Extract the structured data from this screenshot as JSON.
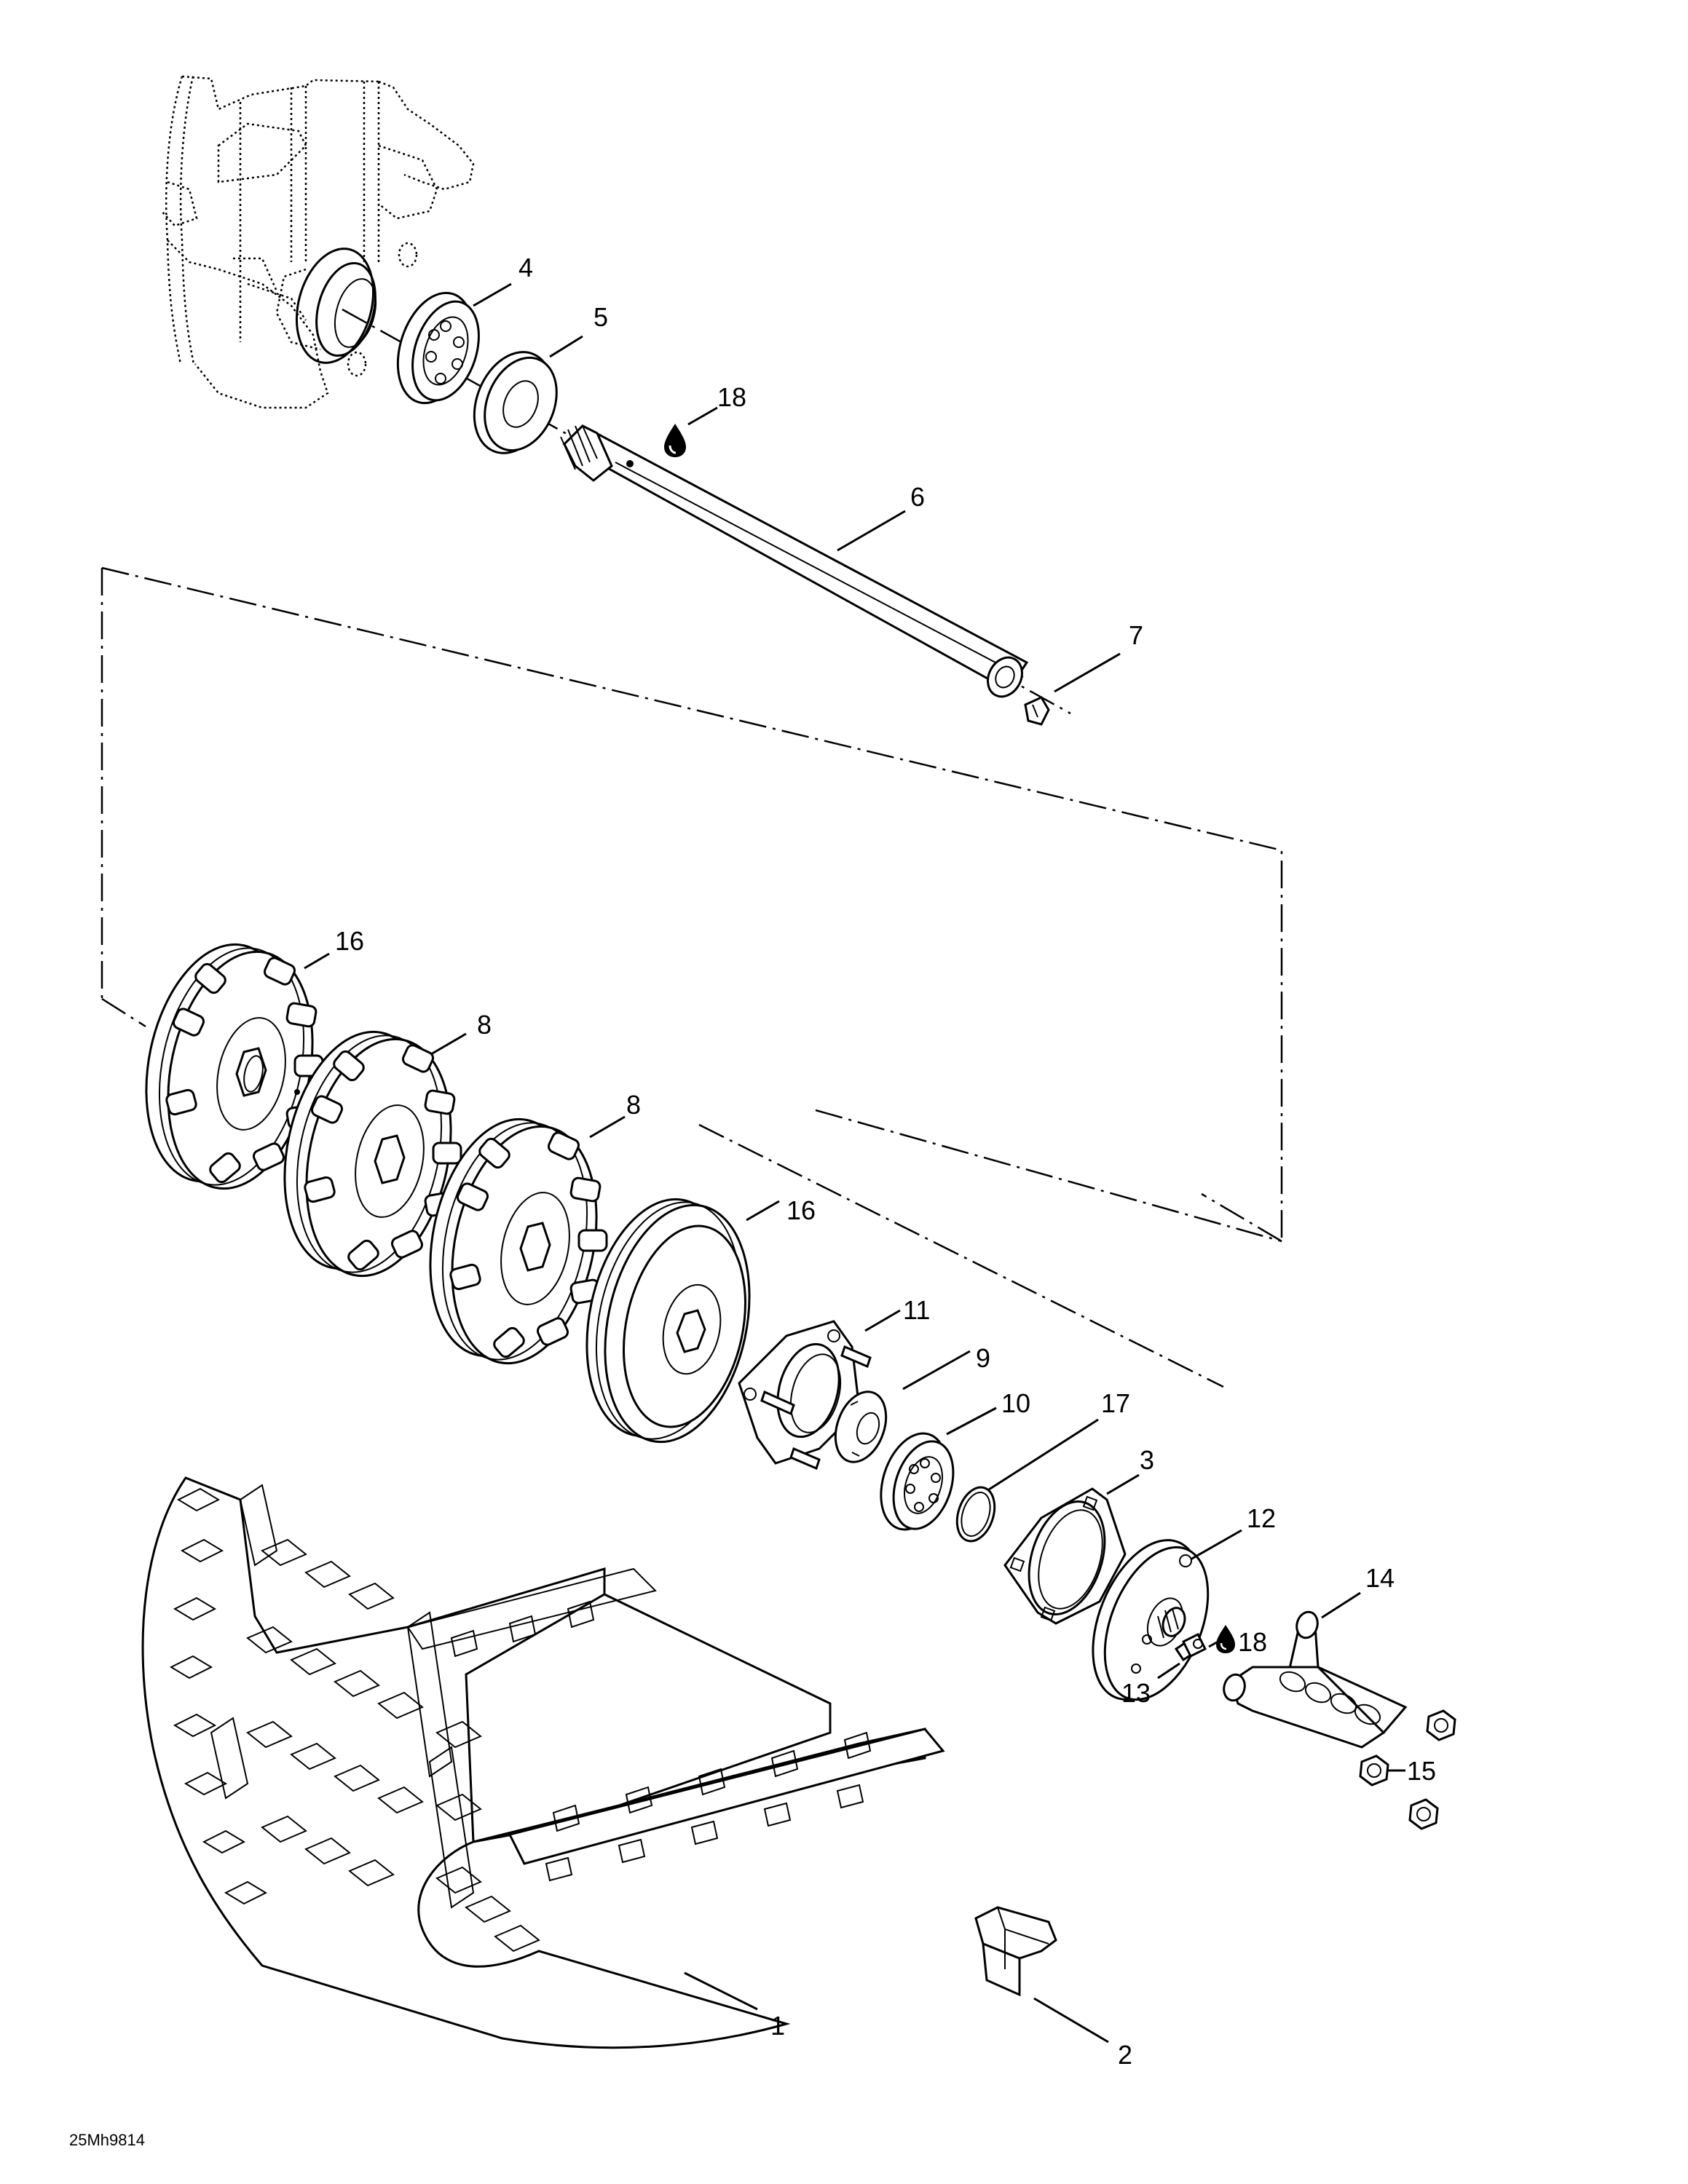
{
  "diagram_code": "25Mh9814",
  "callouts": {
    "c1": "1",
    "c2": "2",
    "c3": "3",
    "c4": "4",
    "c5": "5",
    "c6": "6",
    "c7": "7",
    "c8a": "8",
    "c8b": "8",
    "c9": "9",
    "c10": "10",
    "c11": "11",
    "c12": "12",
    "c13": "13",
    "c14": "14",
    "c15": "15",
    "c16a": "16",
    "c16b": "16",
    "c17": "17",
    "c18a": "18",
    "c18b": "18"
  },
  "icons": {
    "lubricant_drop": "drop-icon"
  }
}
